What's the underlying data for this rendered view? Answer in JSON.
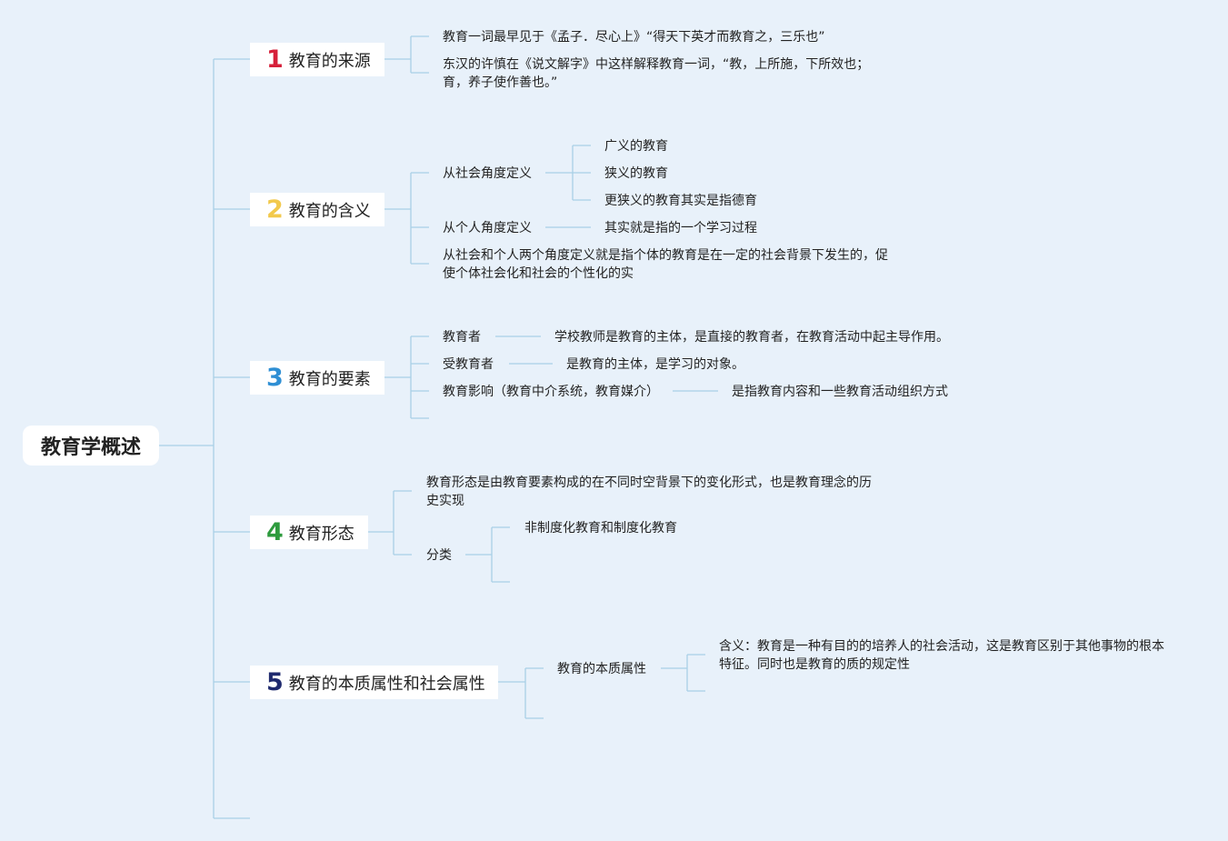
{
  "root": "教育学概述",
  "colors": {
    "num1": "#d6203a",
    "num2": "#f2c94c",
    "num3": "#2f8fd4",
    "num4": "#2e9b3e",
    "num5": "#1f2a6e",
    "line": "#a9cfe6",
    "background": "#e8f1fa"
  },
  "branches": [
    {
      "num": "1",
      "label": "教育的来源",
      "children": [
        "教育一词最早见于《孟子．尽心上》“得天下英才而教育之，三乐也”",
        "东汉的许慎在《说文解字》中这样解释教育一词，“教，上所施，下所效也；育，养子使作善也。”"
      ]
    },
    {
      "num": "2",
      "label": "教育的含义",
      "children": [
        {
          "label": "从社会角度定义",
          "children": [
            "广义的教育",
            "狭义的教育",
            "更狭义的教育其实是指德育"
          ]
        },
        {
          "label": "从个人角度定义",
          "children": [
            "其实就是指的一个学习过程"
          ]
        },
        {
          "label": "从社会和个人两个角度定义就是指个体的教育是在一定的社会背景下发生的，促使个体社会化和社会的个性化的实"
        }
      ]
    },
    {
      "num": "3",
      "label": "教育的要素",
      "children": [
        {
          "label": "教育者",
          "detail": "学校教师是教育的主体，是直接的教育者，在教育活动中起主导作用。"
        },
        {
          "label": "受教育者",
          "detail": "是教育的主体，是学习的对象。"
        },
        {
          "label": "教育影响（教育中介系统，教育媒介）",
          "detail": "是指教育内容和一些教育活动组织方式"
        }
      ]
    },
    {
      "num": "4",
      "label": "教育形态",
      "children": [
        {
          "label": "教育形态是由教育要素构成的在不同时空背景下的变化形式，也是教育理念的历史实现"
        },
        {
          "label": "分类",
          "children": [
            "非制度化教育和制度化教育"
          ]
        }
      ]
    },
    {
      "num": "5",
      "label": "教育的本质属性和社会属性",
      "children": [
        {
          "label": "教育的本质属性",
          "children": [
            "含义：教育是一种有目的的培养人的社会活动，这是教育区别于其他事物的根本特征。同时也是教育的质的规定性"
          ]
        }
      ]
    }
  ]
}
